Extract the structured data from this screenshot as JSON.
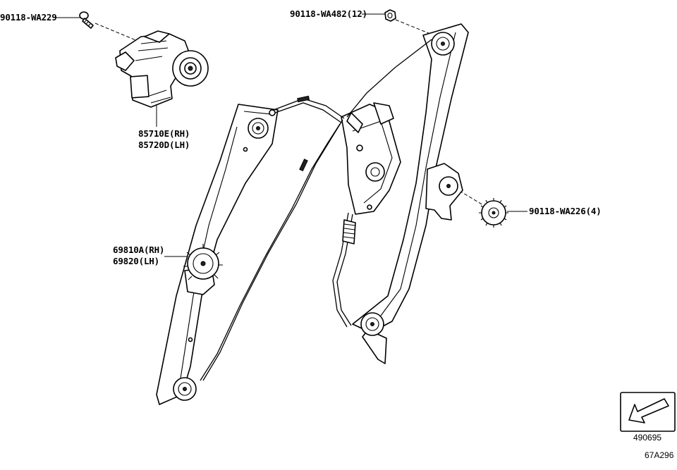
{
  "labels": {
    "screw": "90118-WA229",
    "nut": "90118-WA482(12)",
    "motor_rh": "85710E(RH)",
    "motor_lh": "85720D(LH)",
    "pulley_rh": "69810A(RH)",
    "pulley_lh": "69820(LH)",
    "gear": "90118-WA226(4)"
  },
  "footer": {
    "diagram_number": "490695",
    "page_code": "67A296"
  }
}
